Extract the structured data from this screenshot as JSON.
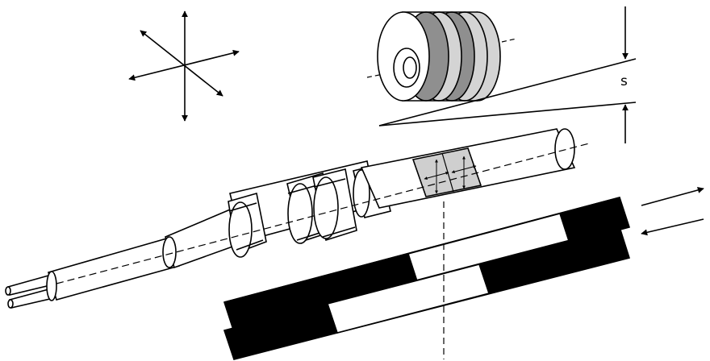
{
  "figure": {
    "dimension_label": "s",
    "colors": {
      "ink": "#000000",
      "paper": "#ffffff",
      "stripe_light": "#d4d4d4",
      "stripe_dark": "#8f8f8f",
      "sleeve": "#cfcfcf",
      "tape_dark": "#000000",
      "tape_light": "#ffffff"
    },
    "parts": [
      "compass-rose",
      "ring-encoder",
      "gap-dimension",
      "sensor-probe",
      "magnetic-scale-tapes",
      "motion-arrows"
    ]
  }
}
